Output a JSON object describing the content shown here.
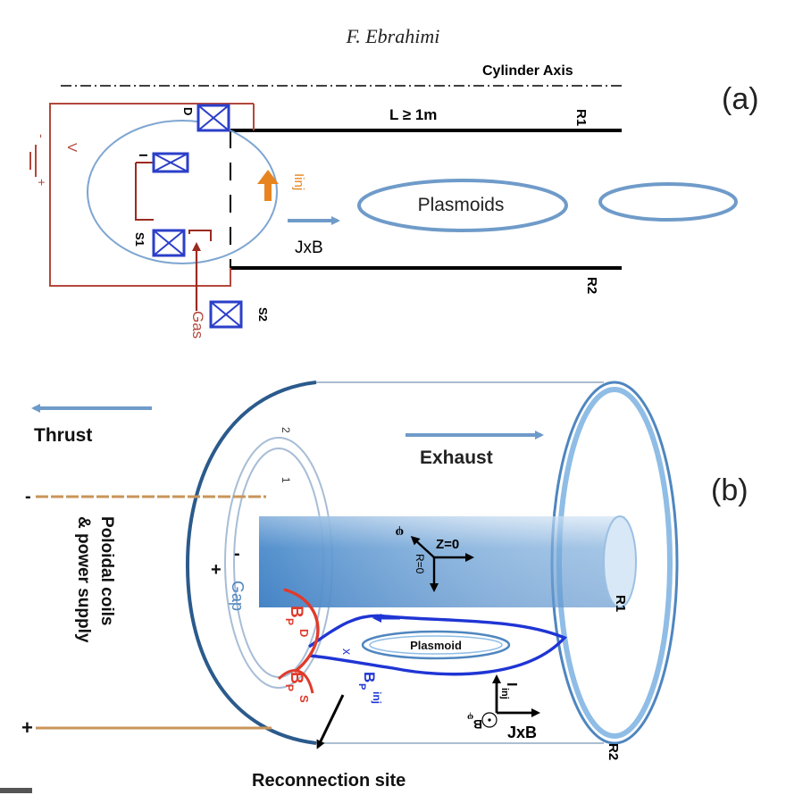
{
  "header": {
    "author": "F. Ebrahimi"
  },
  "panel_a": {
    "label": "(a)",
    "cylinder_axis": "Cylinder Axis",
    "length": "L ≥ 1m",
    "r1": "R1",
    "r2": "R2",
    "coil_d": "D",
    "coil_i": "I",
    "coil_s1": "S1",
    "coil_s2": "S2",
    "voltage": "V",
    "v_minus": "-",
    "v_plus": "+",
    "current_inj": "Iinj",
    "plasmoids": "Plasmoids",
    "jxb": "JxB",
    "gas": "Gas"
  },
  "panel_b": {
    "label": "(b)",
    "thrust": "Thrust",
    "exhaust": "Exhaust",
    "coil_1": "1",
    "coil_2": "2",
    "poloidal_coils": "Poloidal coils",
    "power_supply": "& power supply",
    "lead_minus": "-",
    "lead_plus": "+",
    "gap_plus": "+",
    "gap_minus": "-",
    "gap": "Gap",
    "axis_phi": "φ",
    "axis_z": "Z=0",
    "axis_r": "R=0",
    "bp_d": "Bp D",
    "bp_d_main": "B",
    "bp_d_sub": "P",
    "bp_d_sup": "D",
    "bp_s_main": "B",
    "bp_s_sub": "P",
    "bp_s_sup": "S",
    "bp_inj_main": "B",
    "bp_inj_sub": "P",
    "bp_inj_sup": "inj",
    "x_point": "x",
    "plasmoid": "Plasmoid",
    "i_inj_main": "I",
    "i_inj_sub": "inj",
    "b_phi_main": "B",
    "b_phi_sub": "φ",
    "jxb": "JxB",
    "r1": "R1",
    "r2": "R2",
    "reconnection": "Reconnection site"
  },
  "colors": {
    "coil_blue": "#2b3fc9",
    "arrow_blue": "#6f9bc9",
    "dark_red": "#9b2a22",
    "orange": "#e8841f",
    "red": "#e03a2a",
    "line_blue": "#1f35d4",
    "cylinder_blue": "#7fb0dc",
    "tan": "#c9945a"
  }
}
